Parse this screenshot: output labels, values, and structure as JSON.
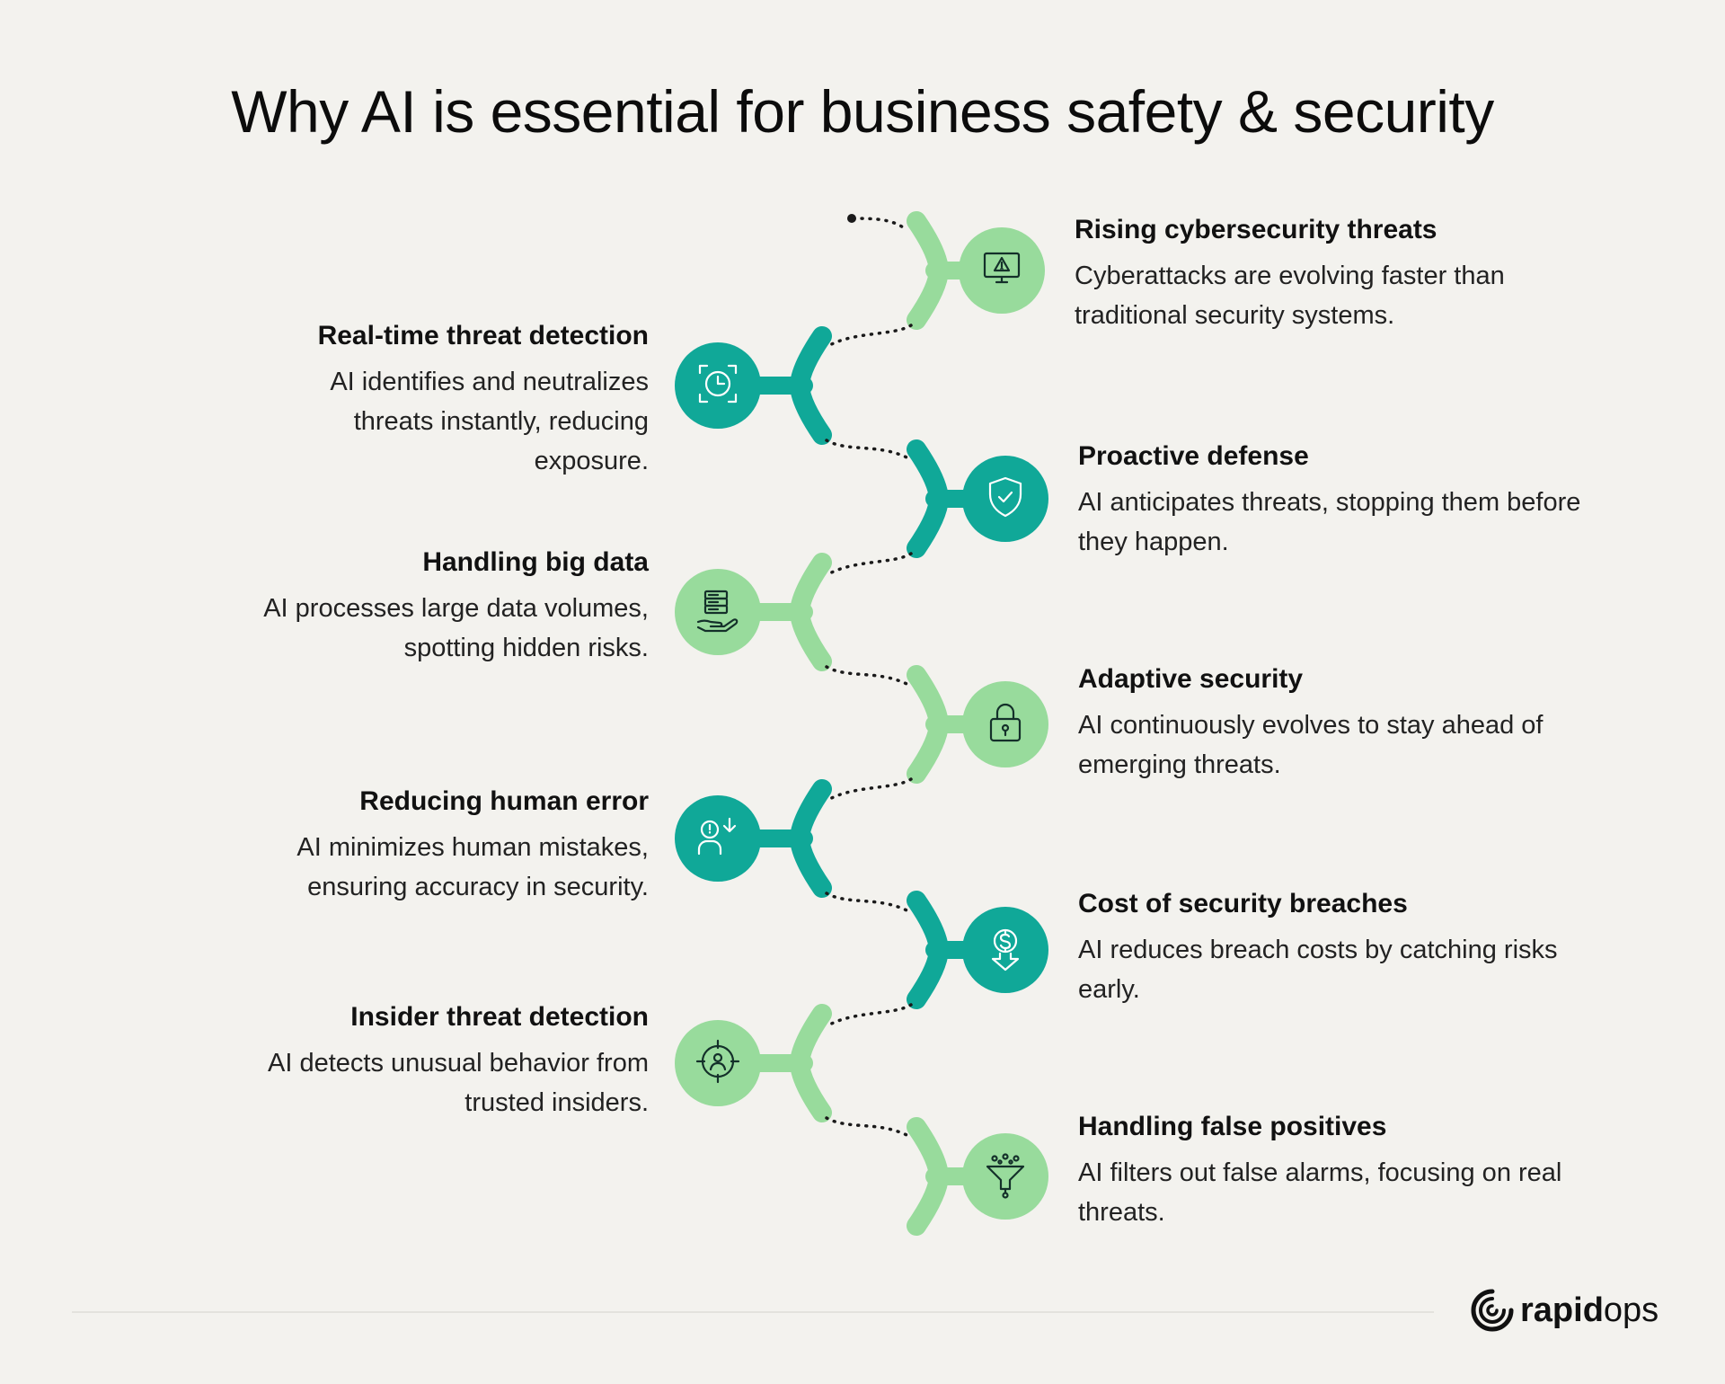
{
  "title": "Why AI is essential for business safety & security",
  "colors": {
    "teal": "#10a898",
    "green": "#98db9c",
    "background": "#f3f2ee",
    "dots": "#1a1a1a"
  },
  "steps": [
    {
      "heading": "Rising cybersecurity threats",
      "description": "Cyberattacks are evolving faster than traditional security systems.",
      "icon": "monitor-warning-icon",
      "side": "right",
      "color": "green"
    },
    {
      "heading": "Real-time threat detection",
      "description": "AI identifies and neutralizes threats instantly, reducing exposure.",
      "icon": "clock-scan-icon",
      "side": "left",
      "color": "teal"
    },
    {
      "heading": "Proactive defense",
      "description": "AI anticipates threats, stopping them before they happen.",
      "icon": "shield-check-icon",
      "side": "right",
      "color": "teal"
    },
    {
      "heading": "Handling big data",
      "description": "AI processes large data volumes, spotting hidden risks.",
      "icon": "data-hand-icon",
      "side": "left",
      "color": "green"
    },
    {
      "heading": "Adaptive security",
      "description": "AI continuously evolves to stay ahead of emerging threats.",
      "icon": "padlock-icon",
      "side": "right",
      "color": "green"
    },
    {
      "heading": "Reducing human error",
      "description": "AI minimizes human mistakes, ensuring accuracy in security.",
      "icon": "person-alert-icon",
      "side": "left",
      "color": "teal"
    },
    {
      "heading": "Cost of security breaches",
      "description": "AI reduces breach costs by catching risks early.",
      "icon": "dollar-down-icon",
      "side": "right",
      "color": "teal"
    },
    {
      "heading": "Insider threat detection",
      "description": "AI detects unusual behavior from trusted insiders.",
      "icon": "target-person-icon",
      "side": "left",
      "color": "green"
    },
    {
      "heading": "Handling false positives",
      "description": "AI filters out false alarms, focusing on real threats.",
      "icon": "funnel-icon",
      "side": "right",
      "color": "green"
    }
  ],
  "brand": {
    "bold": "rapid",
    "light": "ops"
  }
}
